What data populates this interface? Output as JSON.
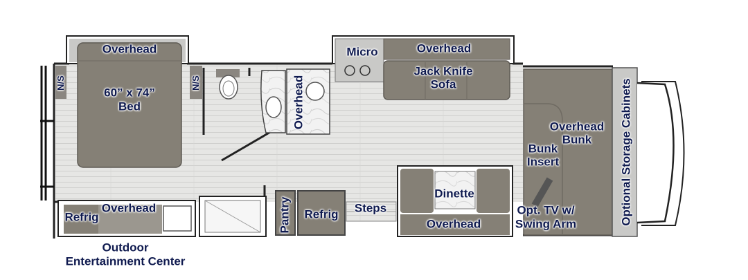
{
  "labels": {
    "overhead_bed": "Overhead",
    "bed_size": "60” x 74”",
    "bed": "Bed",
    "ns_left": "N/S",
    "ns_right": "N/S",
    "overhead_bath": "Overhead",
    "micro": "Micro",
    "overhead_sofa": "Overhead",
    "sofa_line1": "Jack Knife",
    "sofa_line2": "Sofa",
    "overhead_bunk_line1": "Overhead",
    "overhead_bunk_line2": "Bunk",
    "bunk_insert_line1": "Bunk",
    "bunk_insert_line2": "Insert",
    "storage": "Optional Storage Cabinets",
    "dinette": "Dinette",
    "overhead_dinette": "Overhead",
    "tv_line1": "Opt. TV w/",
    "tv_line2": "Swing Arm",
    "steps": "Steps",
    "refrig_inside": "Refrig",
    "pantry": "Pantry",
    "overhead_outdoor": "Overhead",
    "refrig_outdoor": "Refrig",
    "outdoor_line1": "Outdoor",
    "outdoor_line2": "Entertainment Center"
  },
  "colors": {
    "label": "#0f1a4f",
    "furniture": "#858076",
    "furniture_dark": "#6f6a62",
    "floor": "#e3e3e1",
    "wall": "#222222",
    "cabinet": "#b8b8b5"
  }
}
